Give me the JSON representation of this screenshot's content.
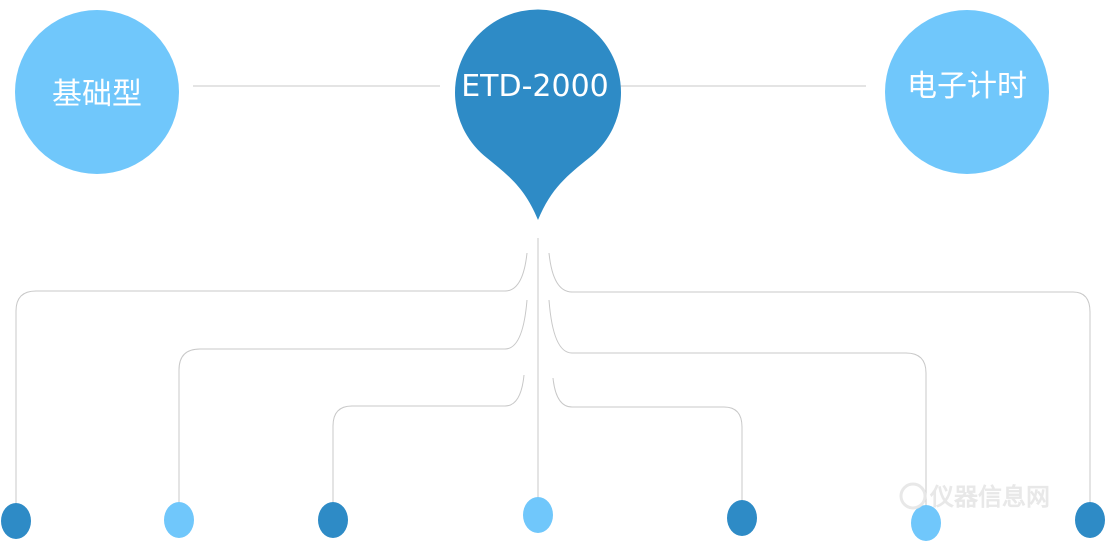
{
  "nodes": {
    "left": {
      "label": "基础型",
      "color": "#70c7fb"
    },
    "center": {
      "label": "ETD-2000",
      "color": "#2e8bc6"
    },
    "right": {
      "label": "电子计时",
      "color": "#70c7fb"
    }
  },
  "dots": {
    "dark_color": "#2e8bc6",
    "light_color": "#70c7fb"
  },
  "watermark": {
    "text": "仪器信息网"
  },
  "colors": {
    "line": "#c8c8c8"
  }
}
